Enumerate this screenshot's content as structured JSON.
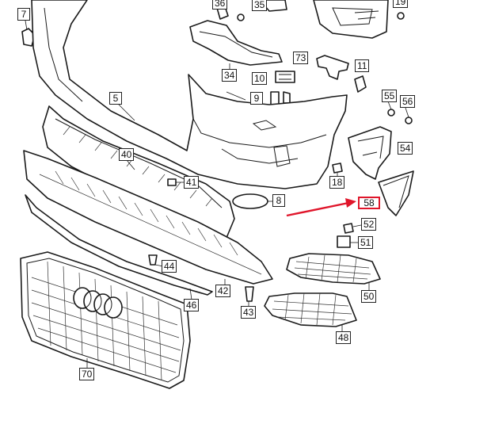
{
  "diagram": {
    "highlight_color": "#e0162b",
    "line_color": "#1a1a1a",
    "callouts": {
      "c7": "7",
      "c36": "36",
      "c35": "35",
      "c19": "19",
      "c73": "73",
      "c11": "11",
      "c34": "34",
      "c10": "10",
      "c5": "5",
      "c9": "9",
      "c55": "55",
      "c56": "56",
      "c54": "54",
      "c40": "40",
      "c41": "41",
      "c18": "18",
      "c8": "8",
      "c58": "58",
      "c52": "52",
      "c51": "51",
      "c44": "44",
      "c42": "42",
      "c50": "50",
      "c46": "46",
      "c43": "43",
      "c48": "48",
      "c70": "70"
    }
  }
}
